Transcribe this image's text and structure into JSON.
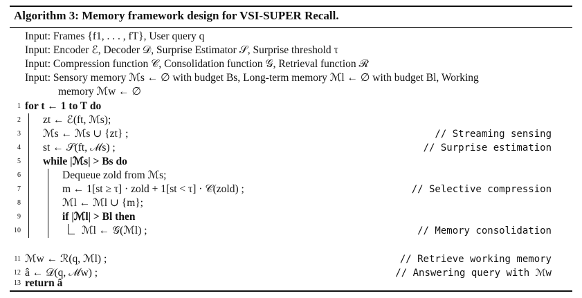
{
  "title": "Algorithm 3: Memory framework design for VSI-SUPER Recall.",
  "inputs": [
    "Input: Frames {f1, . . . , fT}, User query q",
    "Input: Encoder ℰ, Decoder 𝒟, Surprise Estimator 𝒮, Surprise threshold τ",
    "Input: Compression function 𝒞, Consolidation function 𝒢, Retrieval function ℛ",
    "Input: Sensory memory ℳs ← ∅ with budget Bs, Long-term memory ℳl ← ∅ with budget Bl, Working",
    "memory ℳw ← ∅"
  ],
  "lines": [
    {
      "n": "1",
      "code": "for t ← 1 to T do",
      "comment": ""
    },
    {
      "n": "2",
      "code": "zt ← ℰ(ft, ℳs);",
      "comment": ""
    },
    {
      "n": "3",
      "code": "ℳs ← ℳs ∪ {zt} ;",
      "comment": "// Streaming sensing"
    },
    {
      "n": "4",
      "code": "st ← 𝒮(ft, ℳs) ;",
      "comment": "// Surprise estimation"
    },
    {
      "n": "5",
      "code": "while |ℳs| > Bs do",
      "comment": ""
    },
    {
      "n": "6",
      "code": "Dequeue zold from ℳs;",
      "comment": ""
    },
    {
      "n": "7",
      "code": "m ← 1[st ≥ τ] · zold + 1[st < τ] · 𝒞(zold) ;",
      "comment": "// Selective compression"
    },
    {
      "n": "8",
      "code": "ℳl ← ℳl ∪ {m};",
      "comment": ""
    },
    {
      "n": "9",
      "code": "if |ℳl| > Bl then",
      "comment": ""
    },
    {
      "n": "10",
      "code": "ℳl ← 𝒢(ℳl) ;",
      "comment": "// Memory consolidation"
    },
    {
      "n": "11",
      "code": "ℳw ← ℛ(q, ℳl) ;",
      "comment": "// Retrieve working memory"
    },
    {
      "n": "12",
      "code": "â ← 𝒟(q, ℳw) ;",
      "comment": "// Answering query with ℳw"
    },
    {
      "n": "13",
      "code": "return â",
      "comment": ""
    }
  ]
}
